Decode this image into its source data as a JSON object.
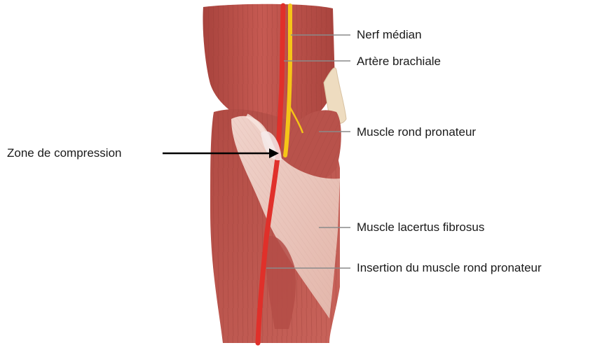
{
  "labels": {
    "median_nerve": "Nerf médian",
    "brachial_artery": "Artère brachiale",
    "pronator_teres": "Muscle rond pronateur",
    "compression_zone": "Zone de compression",
    "lacertus_fibrosus": "Muscle lacertus fibrosus",
    "pronator_insertion": "Insertion du muscle rond pronateur"
  },
  "colors": {
    "muscle": "#c0504a",
    "muscle_dark": "#9e3b36",
    "nerve": "#f5c518",
    "artery": "#e0302a",
    "aponeurosis": "#e8c0b6",
    "bone": "#eedcc0",
    "leader_line": "#8a8a8a",
    "arrow": "#000000"
  }
}
